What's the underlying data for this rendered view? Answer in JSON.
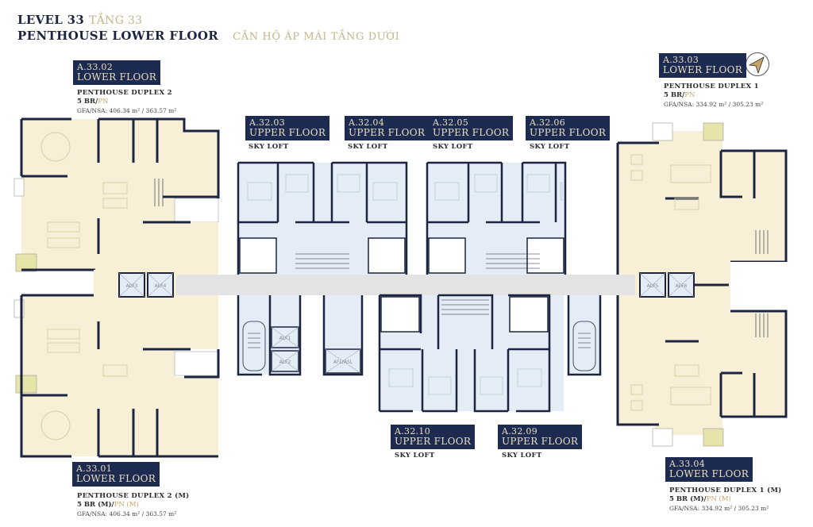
{
  "header": {
    "level_en": "LEVEL 33",
    "level_vn": "TẦNG 33",
    "subtitle_en": "PENTHOUSE LOWER FLOOR",
    "subtitle_vn": "CĂN HỘ ÁP MÁI TẦNG DƯỚI"
  },
  "colors": {
    "navy": "#1c2b4f",
    "gold": "#c4b48a",
    "penthouse_fill": "#f7f0d6",
    "skyloft_fill": "#e4edf6",
    "wall": "#1c2540",
    "corridor": "#e3e3e3",
    "planter": "#e6e4a8"
  },
  "penthouses": [
    {
      "code": "A.33.02",
      "floor": "LOWER FLOOR",
      "name": "PENTHOUSE DUPLEX 2",
      "br": "5 BR/",
      "pn": "PN",
      "gfa": "GFA/NSA: 406.34 m² / 363.57 m²"
    },
    {
      "code": "A.33.03",
      "floor": "LOWER FLOOR",
      "name": "PENTHOUSE DUPLEX 1",
      "br": "5 BR/",
      "pn": "PN",
      "gfa": "GFA/NSA: 334.92 m² / 305.23 m²"
    },
    {
      "code": "A.33.01",
      "floor": "LOWER FLOOR",
      "name": "PENTHOUSE DUPLEX 2 (M)",
      "br": "5 BR (M)/",
      "pn": "PN (M)",
      "gfa": "GFA/NSA: 406.34 m² / 363.57 m²"
    },
    {
      "code": "A.33.04",
      "floor": "LOWER FLOOR",
      "name": "PENTHOUSE DUPLEX 1 (M)",
      "br": "5 BR (M)/",
      "pn": "PN (M)",
      "gfa": "GFA/NSA: 334.92 m² / 305.23 m²"
    }
  ],
  "skylofts": [
    {
      "code": "A.32.03",
      "floor": "UPPER FLOOR",
      "type": "SKY LOFT"
    },
    {
      "code": "A.32.04",
      "floor": "UPPER FLOOR",
      "type": "SKY LOFT"
    },
    {
      "code": "A.32.05",
      "floor": "UPPER FLOOR",
      "type": "SKY LOFT"
    },
    {
      "code": "A.32.06",
      "floor": "UPPER FLOOR",
      "type": "SKY LOFT"
    },
    {
      "code": "A.32.10",
      "floor": "UPPER FLOOR",
      "type": "SKY LOFT"
    },
    {
      "code": "A.32.09",
      "floor": "UPPER FLOOR",
      "type": "SKY LOFT"
    }
  ],
  "lifts": [
    "ALF3",
    "ALF4",
    "ALF5",
    "ALF6",
    "ALF1",
    "ALF2",
    "AFL/ASL"
  ],
  "compass": {
    "icon": "north-arrow-icon"
  }
}
